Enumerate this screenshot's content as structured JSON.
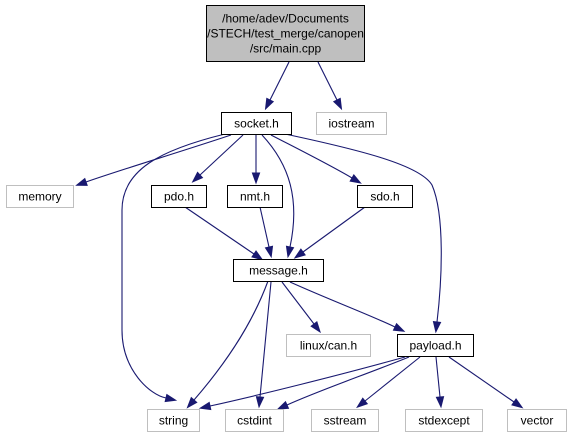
{
  "colors": {
    "edge": "#191970",
    "root_fill": "#bfbfbf",
    "box_border_strong": "#000000",
    "box_border_external": "#bfbfbf",
    "text": "#000000"
  },
  "nodes": [
    {
      "id": "main",
      "lines": [
        "/home/adev/Documents",
        "/STECH/test_merge/canopen",
        "/src/main.cpp"
      ],
      "kind": "root"
    },
    {
      "id": "socket",
      "lines": [
        "socket.h"
      ],
      "kind": "local"
    },
    {
      "id": "iostream",
      "lines": [
        "iostream"
      ],
      "kind": "external"
    },
    {
      "id": "memory",
      "lines": [
        "memory"
      ],
      "kind": "external"
    },
    {
      "id": "pdo",
      "lines": [
        "pdo.h"
      ],
      "kind": "local"
    },
    {
      "id": "nmt",
      "lines": [
        "nmt.h"
      ],
      "kind": "local"
    },
    {
      "id": "sdo",
      "lines": [
        "sdo.h"
      ],
      "kind": "local"
    },
    {
      "id": "message",
      "lines": [
        "message.h"
      ],
      "kind": "local"
    },
    {
      "id": "linuxcan",
      "lines": [
        "linux/can.h"
      ],
      "kind": "external"
    },
    {
      "id": "payload",
      "lines": [
        "payload.h"
      ],
      "kind": "local"
    },
    {
      "id": "string",
      "lines": [
        "string"
      ],
      "kind": "external"
    },
    {
      "id": "cstdint",
      "lines": [
        "cstdint"
      ],
      "kind": "external"
    },
    {
      "id": "sstream",
      "lines": [
        "sstream"
      ],
      "kind": "external"
    },
    {
      "id": "stdexcept",
      "lines": [
        "stdexcept"
      ],
      "kind": "external"
    },
    {
      "id": "vector",
      "lines": [
        "vector"
      ],
      "kind": "external"
    }
  ],
  "edges": [
    {
      "from": "main",
      "to": "socket"
    },
    {
      "from": "main",
      "to": "iostream"
    },
    {
      "from": "socket",
      "to": "memory"
    },
    {
      "from": "socket",
      "to": "string"
    },
    {
      "from": "socket",
      "to": "pdo"
    },
    {
      "from": "socket",
      "to": "nmt"
    },
    {
      "from": "socket",
      "to": "message"
    },
    {
      "from": "socket",
      "to": "sdo"
    },
    {
      "from": "socket",
      "to": "payload"
    },
    {
      "from": "pdo",
      "to": "message"
    },
    {
      "from": "nmt",
      "to": "message"
    },
    {
      "from": "sdo",
      "to": "message"
    },
    {
      "from": "message",
      "to": "string"
    },
    {
      "from": "message",
      "to": "cstdint"
    },
    {
      "from": "message",
      "to": "linuxcan"
    },
    {
      "from": "message",
      "to": "payload"
    },
    {
      "from": "payload",
      "to": "string"
    },
    {
      "from": "payload",
      "to": "cstdint"
    },
    {
      "from": "payload",
      "to": "sstream"
    },
    {
      "from": "payload",
      "to": "stdexcept"
    },
    {
      "from": "payload",
      "to": "vector"
    }
  ]
}
